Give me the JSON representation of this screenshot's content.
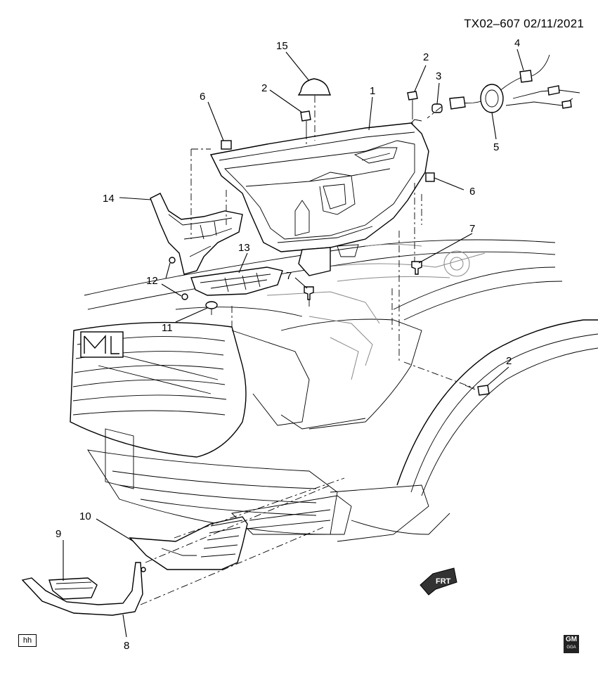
{
  "header": {
    "doc_id": "TX02–607  02/11/2021"
  },
  "callouts": {
    "c1": "1",
    "c2a": "2",
    "c2b": "2",
    "c2c": "2",
    "c3": "3",
    "c4": "4",
    "c5": "5",
    "c6a": "6",
    "c6b": "6",
    "c7a": "7",
    "c7b": "7",
    "c8": "8",
    "c9": "9",
    "c10": "10",
    "c11": "11",
    "c12": "12",
    "c13": "13",
    "c14": "14",
    "c15": "15"
  },
  "direction_arrow": {
    "label": "FRT"
  },
  "footer": {
    "artist_initials": "hh",
    "brand_mark": "GM",
    "brand_sub": "GGA"
  }
}
